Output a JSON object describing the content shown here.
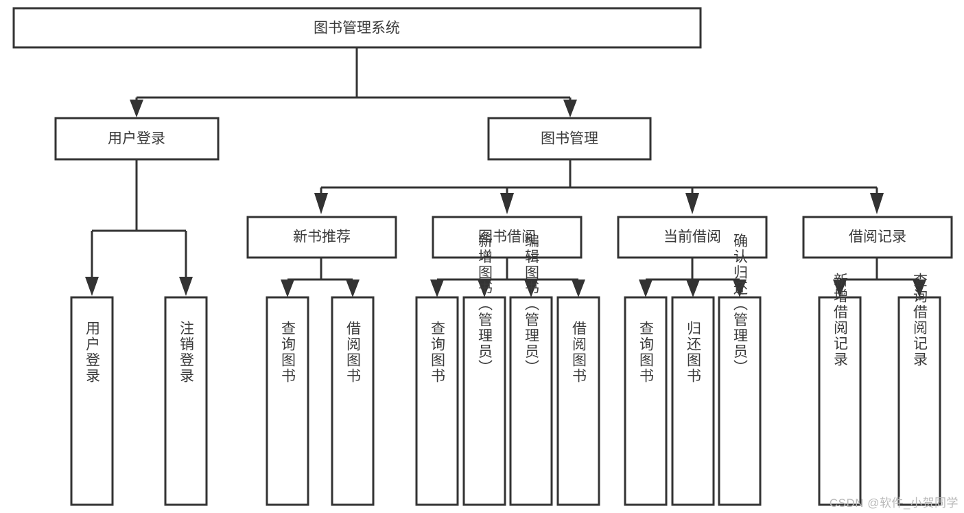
{
  "diagram": {
    "title": "图书管理系统",
    "type": "tree-hierarchy",
    "root": {
      "id": "root",
      "label": "图书管理系统"
    },
    "level2": [
      {
        "id": "user-login",
        "label": "用户登录"
      },
      {
        "id": "book-manage",
        "label": "图书管理"
      }
    ],
    "level3": [
      {
        "id": "new-book-rec",
        "label": "新书推荐",
        "parent": "book-manage"
      },
      {
        "id": "book-borrow",
        "label": "图书借阅",
        "parent": "book-manage"
      },
      {
        "id": "current-borrow",
        "label": "当前借阅",
        "parent": "book-manage"
      },
      {
        "id": "borrow-record",
        "label": "借阅记录",
        "parent": "book-manage"
      }
    ],
    "leaves": [
      {
        "id": "leaf-user-login",
        "label": "用户登录",
        "parent": "user-login"
      },
      {
        "id": "leaf-user-logout",
        "label": "注销登录",
        "parent": "user-login"
      },
      {
        "id": "leaf-query-book-1",
        "label": "查询图书",
        "parent": "new-book-rec"
      },
      {
        "id": "leaf-borrow-book-1",
        "label": "借阅图书",
        "parent": "new-book-rec"
      },
      {
        "id": "leaf-query-book-2",
        "label": "查询图书",
        "parent": "book-borrow"
      },
      {
        "id": "leaf-add-book",
        "label": "新增图书（管理员）",
        "parent": "book-borrow"
      },
      {
        "id": "leaf-edit-book",
        "label": "编辑图书（管理员）",
        "parent": "book-borrow"
      },
      {
        "id": "leaf-borrow-book-2",
        "label": "借阅图书",
        "parent": "book-borrow"
      },
      {
        "id": "leaf-query-book-3",
        "label": "查询图书",
        "parent": "current-borrow"
      },
      {
        "id": "leaf-return-book",
        "label": "归还图书",
        "parent": "current-borrow"
      },
      {
        "id": "leaf-confirm-return",
        "label": "确认归还（管理员）",
        "parent": "current-borrow"
      },
      {
        "id": "leaf-add-record",
        "label": "新增借阅记录",
        "parent": "borrow-record"
      },
      {
        "id": "leaf-query-record",
        "label": "查询借阅记录",
        "parent": "borrow-record"
      }
    ],
    "colors": {
      "stroke": "#333333",
      "fill": "#ffffff",
      "text": "#3a3a3a",
      "background": "#ffffff",
      "watermark": "#b9b9b9"
    }
  },
  "watermark": {
    "text": "CSDN @软件_小贺同学"
  }
}
